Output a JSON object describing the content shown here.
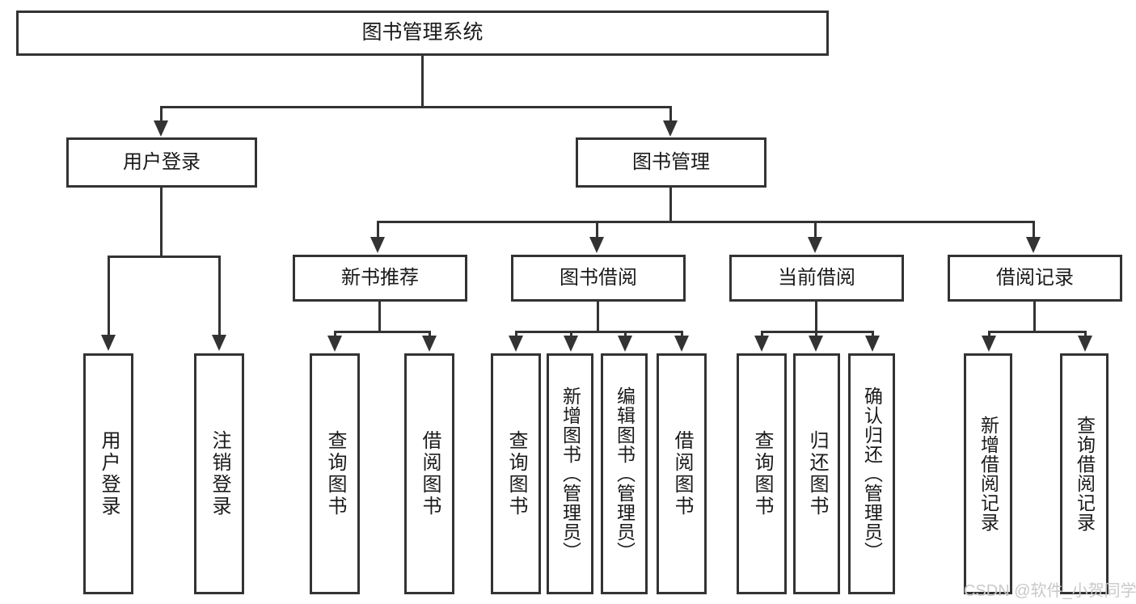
{
  "diagram": {
    "title": "图书管理系统",
    "type": "tree-hierarchy-chart",
    "watermark": "CSDN @软件_小贺同学",
    "colors": {
      "stroke": "#333333",
      "fill": "#ffffff",
      "text": "#1a1a1a",
      "watermark": "#c9c9c9"
    },
    "nodes": {
      "root": {
        "label": "图书管理系统"
      },
      "level2": [
        {
          "id": "user-login",
          "label": "用户登录"
        },
        {
          "id": "book-management",
          "label": "图书管理"
        }
      ],
      "level3": [
        {
          "id": "new-book-recommend",
          "label": "新书推荐"
        },
        {
          "id": "book-borrow",
          "label": "图书借阅"
        },
        {
          "id": "current-borrow",
          "label": "当前借阅"
        },
        {
          "id": "borrow-record",
          "label": "借阅记录"
        }
      ],
      "leaves": {
        "user_login": [
          {
            "id": "leaf-user-login",
            "label": "用户登录"
          },
          {
            "id": "leaf-logout-login",
            "label": "注销登录"
          }
        ],
        "new_book_recommend": [
          {
            "id": "leaf-query-book-1",
            "label": "查询图书"
          },
          {
            "id": "leaf-borrow-book-1",
            "label": "借阅图书"
          }
        ],
        "book_borrow": [
          {
            "id": "leaf-query-book-2",
            "label": "查询图书"
          },
          {
            "id": "leaf-add-book-admin",
            "label": "新增图书（管理员）"
          },
          {
            "id": "leaf-edit-book-admin",
            "label": "编辑图书（管理员）"
          },
          {
            "id": "leaf-borrow-book-2",
            "label": "借阅图书"
          }
        ],
        "current_borrow": [
          {
            "id": "leaf-query-book-3",
            "label": "查询图书"
          },
          {
            "id": "leaf-return-book",
            "label": "归还图书"
          },
          {
            "id": "leaf-confirm-return-admin",
            "label": "确认归还（管理员）"
          }
        ],
        "borrow_record": [
          {
            "id": "leaf-add-borrow-record",
            "label": "新增借阅记录"
          },
          {
            "id": "leaf-query-borrow-record",
            "label": "查询借阅记录"
          }
        ]
      }
    }
  }
}
